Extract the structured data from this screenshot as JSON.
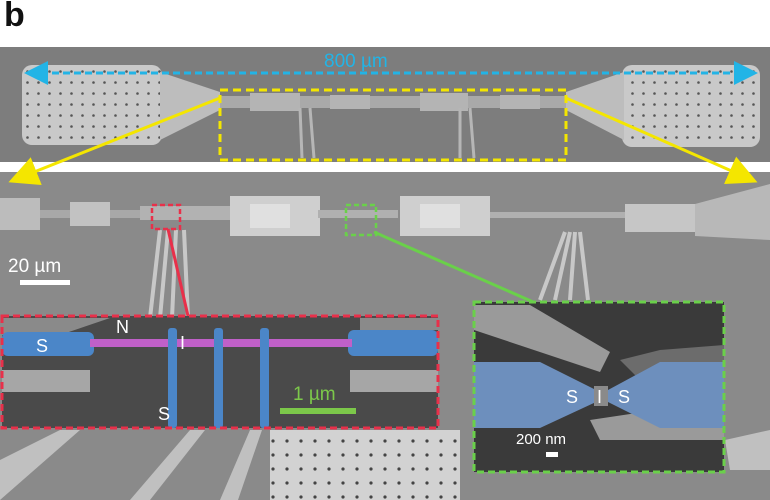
{
  "panel_label": "b",
  "top_scale": {
    "text": "800 µm",
    "color": "#22b4e6"
  },
  "main_scale": {
    "text": "20 µm"
  },
  "inset_left": {
    "labels": {
      "s_left": "S",
      "n": "N",
      "i": "I",
      "s_bottom": "S"
    },
    "scale": "1 µm",
    "frame_color": "#e8304a",
    "scale_color": "#7cc84a"
  },
  "inset_right": {
    "labels": {
      "s_left": "S",
      "i": "I",
      "s_right": "S"
    },
    "scale": "200 nm",
    "frame_color": "#6ad04a"
  },
  "colors": {
    "zoom_box": "#f4e600",
    "superconductor": "#4b86c8",
    "normal_metal": "#c060c8"
  }
}
